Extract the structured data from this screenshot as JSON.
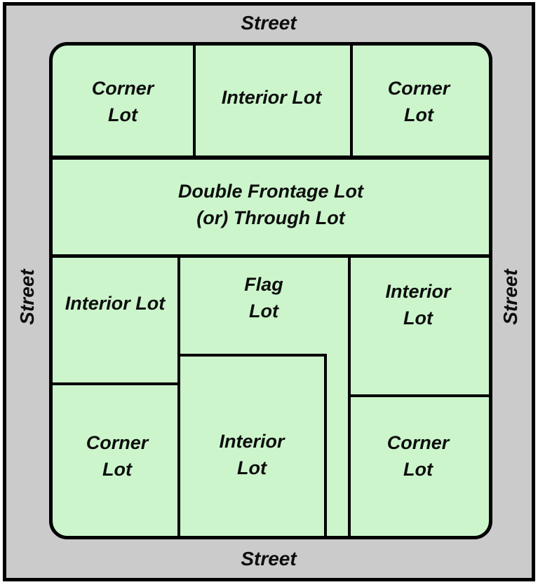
{
  "streets": {
    "top": "Street",
    "bottom": "Street",
    "left": "Street",
    "right": "Street"
  },
  "lots": {
    "corner_top_left": {
      "label": "Corner\nLot"
    },
    "interior_top": {
      "label": "Interior Lot"
    },
    "corner_top_right": {
      "label": "Corner\nLot"
    },
    "double_frontage": {
      "label": "Double Frontage Lot\n(or) Through Lot"
    },
    "interior_left": {
      "label": "Interior Lot"
    },
    "flag": {
      "label": "Flag\nLot"
    },
    "interior_right": {
      "label": "Interior Lot"
    },
    "corner_bottom_left": {
      "label": "Corner\nLot"
    },
    "interior_bottom": {
      "label": "Interior\nLot"
    },
    "corner_bottom_right": {
      "label": "Corner\nLot"
    }
  },
  "colors": {
    "lot_fill": "#ccf5cc",
    "street_fill": "#cbcbcb",
    "line": "#000000",
    "text": "#0d0d0d"
  }
}
